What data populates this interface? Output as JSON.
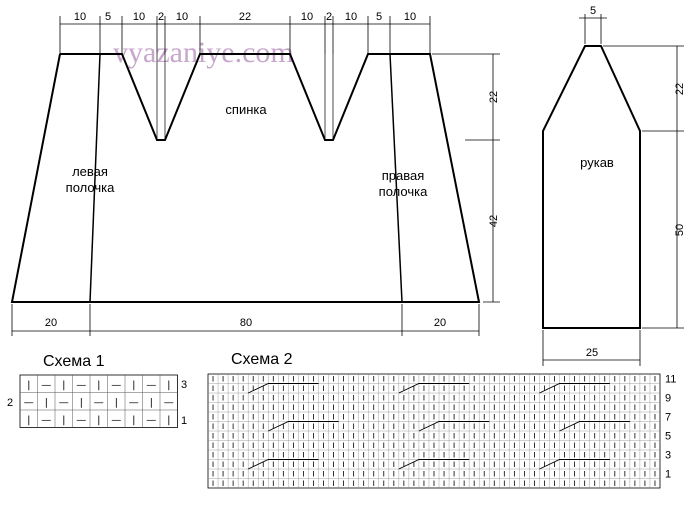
{
  "watermark": "vyazaniye.com",
  "body": {
    "labels": {
      "back": "спинка",
      "left_front_1": "левая",
      "left_front_2": "полочка",
      "right_front_1": "правая",
      "right_front_2": "полочка"
    },
    "top_dims": [
      "10",
      "5",
      "10",
      "2",
      "10",
      "22",
      "10",
      "2",
      "10",
      "5",
      "10"
    ],
    "bottom_dims": [
      "20",
      "80",
      "20"
    ],
    "side_dims": [
      "22",
      "42"
    ]
  },
  "sleeve": {
    "label": "рукав",
    "top_dim": "5",
    "side_dims": [
      "22",
      "50"
    ],
    "bottom_dim": "25"
  },
  "scheme1": {
    "title": "Схема 1",
    "rows": [
      "|—|—|—|—|",
      "—|—|—|—|—",
      "|—|—|—|—|"
    ],
    "right_labels": [
      "3",
      "",
      "1"
    ],
    "left_labels": [
      "",
      "2",
      ""
    ]
  },
  "scheme2": {
    "title": "Схема 2",
    "row_labels": [
      "11",
      "9",
      "7",
      "5",
      "3",
      "1"
    ]
  }
}
